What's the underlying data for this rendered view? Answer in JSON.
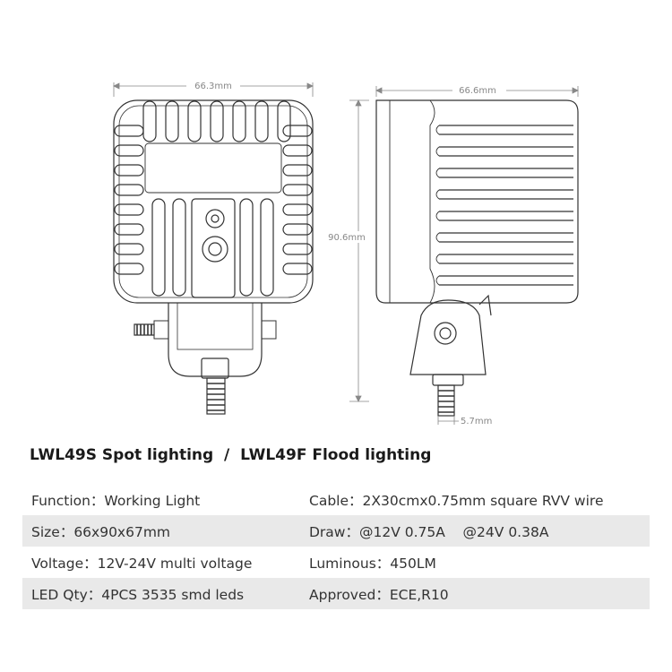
{
  "dimensions": {
    "front_width": "66.3mm",
    "side_depth": "66.6mm",
    "height": "90.6mm",
    "bolt": "5.7mm"
  },
  "title": "LWL49S Spot lighting  /  LWL49F Flood lighting",
  "specs": [
    {
      "left": "Function：Working Light",
      "right": "Cable：2X30cmx0.75mm square RVV wire"
    },
    {
      "left": "Size：66x90x67mm",
      "right": "Draw：@12V 0.75A    @24V 0.38A"
    },
    {
      "left": "Voltage：12V-24V multi voltage",
      "right": "Luminous：450LM"
    },
    {
      "left": "LED Qty：4PCS 3535 smd leds",
      "right": "Approved：ECE,R10"
    }
  ]
}
